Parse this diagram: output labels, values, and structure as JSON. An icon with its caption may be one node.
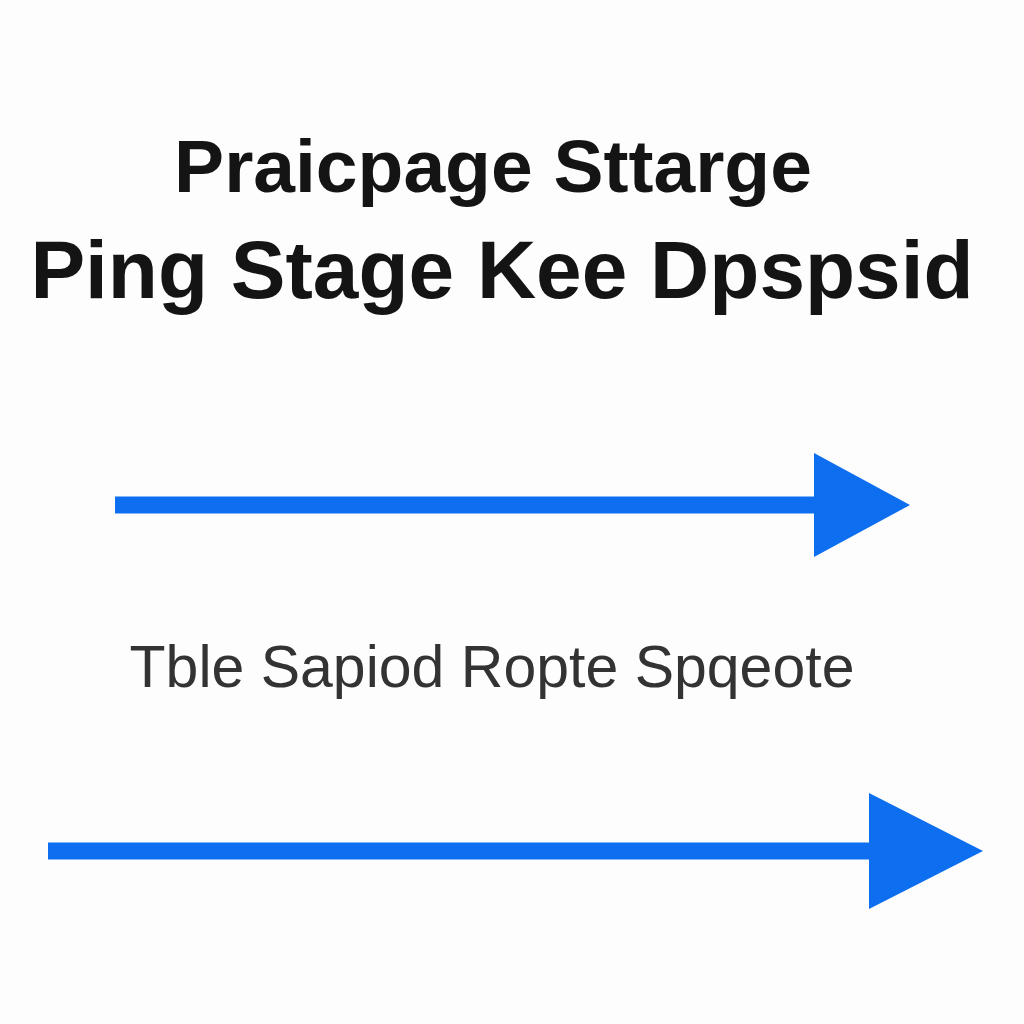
{
  "diagram": {
    "title": "Praicpage Sttarge",
    "labels": [
      "Ping Stage Kee Dpspsid",
      "Tble Sapiod Ropte Spqeote"
    ]
  }
}
